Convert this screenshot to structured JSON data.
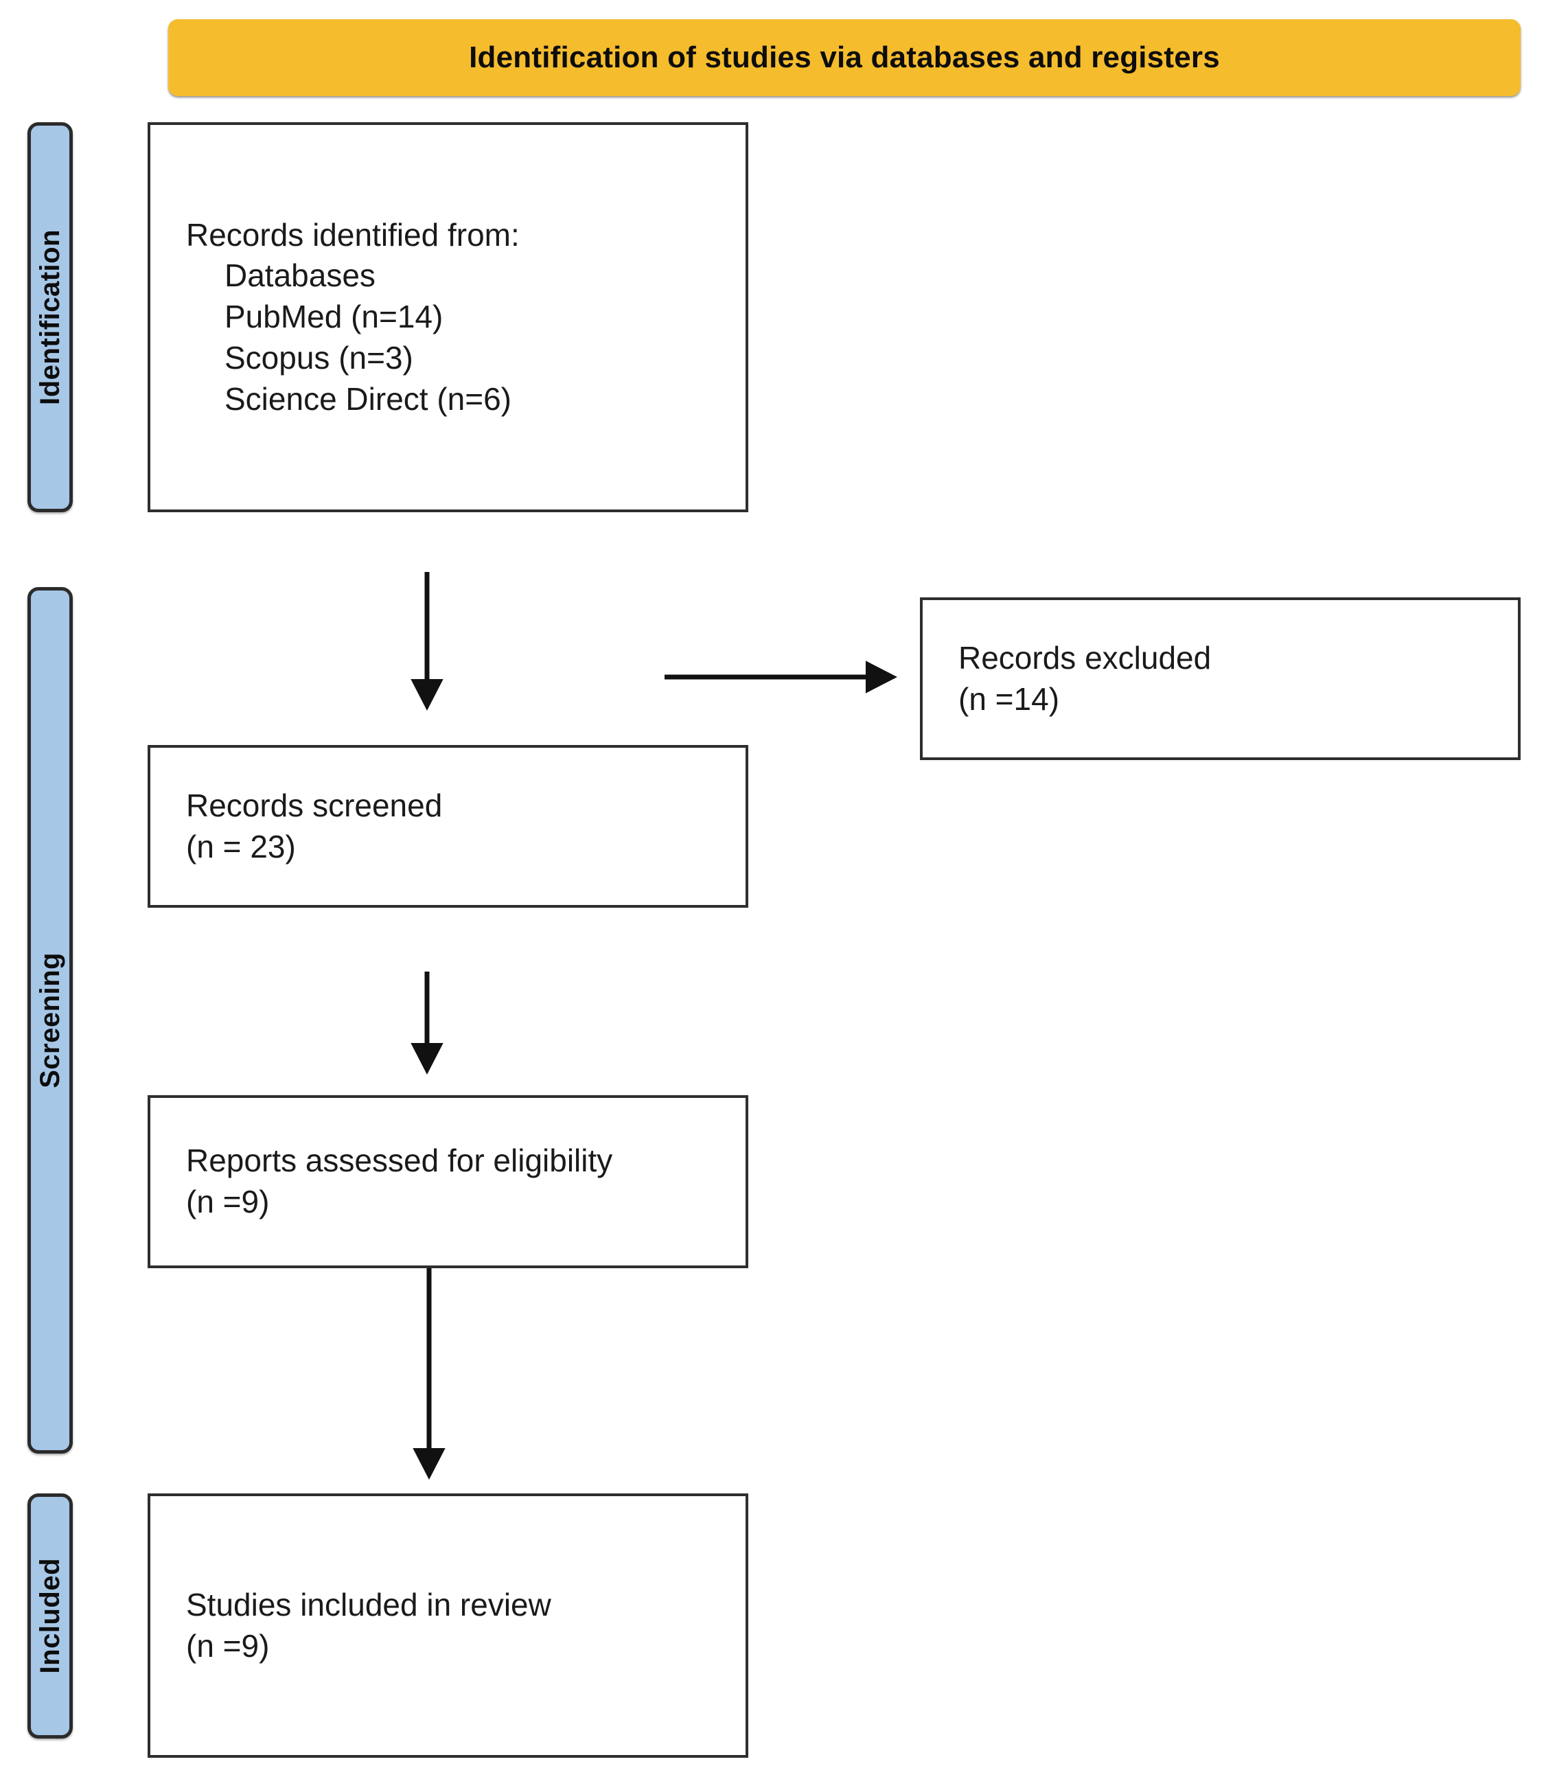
{
  "diagram": {
    "type": "prisma-flow-diagram",
    "banner": {
      "title": "Identification of studies via databases and registers",
      "color": "#f5bc2e"
    },
    "stages": [
      {
        "key": "identification",
        "label": "Identification"
      },
      {
        "key": "screening",
        "label": "Screening"
      },
      {
        "key": "included",
        "label": "Included"
      }
    ],
    "stage_rail_color": "#a7c7e7",
    "boxes": {
      "identified": {
        "lines": [
          {
            "text": "Records identified from:",
            "indent": false
          },
          {
            "text": "Databases",
            "indent": true
          },
          {
            "text": "PubMed (n=14)",
            "indent": true
          },
          {
            "text": "Scopus (n=3)",
            "indent": true
          },
          {
            "text": "Science Direct (n=6)",
            "indent": true
          }
        ]
      },
      "screened": {
        "lines": [
          {
            "text": "Records screened",
            "indent": false
          },
          {
            "text": "(n = 23)",
            "indent": false
          }
        ]
      },
      "excluded": {
        "lines": [
          {
            "text": "Records excluded",
            "indent": false
          },
          {
            "text": "(n =14)",
            "indent": false
          }
        ]
      },
      "eligibility": {
        "lines": [
          {
            "text": "Reports assessed for eligibility",
            "indent": false
          },
          {
            "text": "(n =9)",
            "indent": false
          }
        ]
      },
      "included": {
        "lines": [
          {
            "text": "Studies included in review",
            "indent": false
          },
          {
            "text": "(n =9)",
            "indent": false
          }
        ]
      }
    },
    "counts": {
      "pubmed": 14,
      "scopus": 3,
      "science_direct": 6,
      "records_screened": 23,
      "records_excluded": 14,
      "reports_assessed": 9,
      "studies_included": 9
    }
  }
}
